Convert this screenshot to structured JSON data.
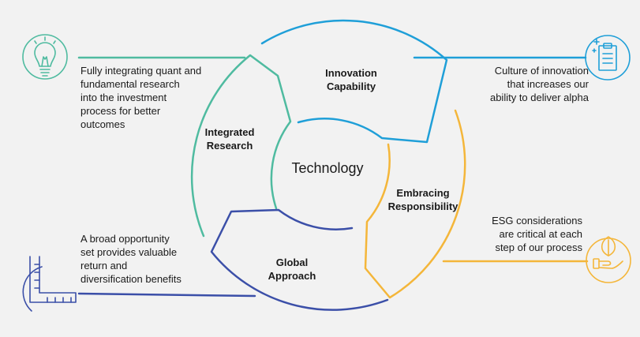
{
  "center": {
    "label": "Technology"
  },
  "segments": [
    {
      "id": "integrated-research",
      "label": "Integrated\nResearch",
      "color": "#4fbba0",
      "icon": "lightbulb-icon",
      "description": "Fully integrating quant and\nfundamental research\ninto the investment\nprocess for better\noutcomes"
    },
    {
      "id": "innovation-capability",
      "label": "Innovation\nCapability",
      "color": "#1f9fd8",
      "icon": "clipboard-plus-icon",
      "description": "Culture of innovation\nthat increases our\nability to deliver alpha"
    },
    {
      "id": "embracing-responsibility",
      "label": "Embracing\nResponsibility",
      "color": "#f4b63a",
      "icon": "hand-leaf-icon",
      "description": "ESG considerations\nare critical at each\nstep of our process"
    },
    {
      "id": "global-approach",
      "label": "Global\nApproach",
      "color": "#3b4fa8",
      "icon": "ruler-square-icon",
      "description": "A broad opportunity\nset provides valuable\nreturn and\ndiversification benefits"
    }
  ]
}
